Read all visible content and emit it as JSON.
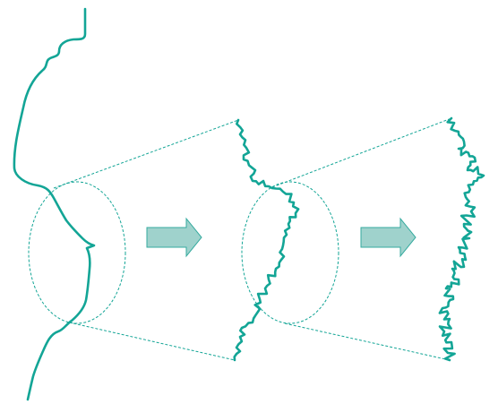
{
  "colors": {
    "curve": "#13a596",
    "dashed": "#13a596",
    "arrow_fill": "#9fd2cc",
    "arrow_stroke": "#36ab9f",
    "background": "#ffffff"
  },
  "stages": [
    {
      "name": "coastline-coarse"
    },
    {
      "name": "coastline-zoom-1"
    },
    {
      "name": "coastline-zoom-2"
    }
  ],
  "arrows": [
    {
      "name": "zoom-arrow-1",
      "direction": "right"
    },
    {
      "name": "zoom-arrow-2",
      "direction": "right"
    }
  ]
}
